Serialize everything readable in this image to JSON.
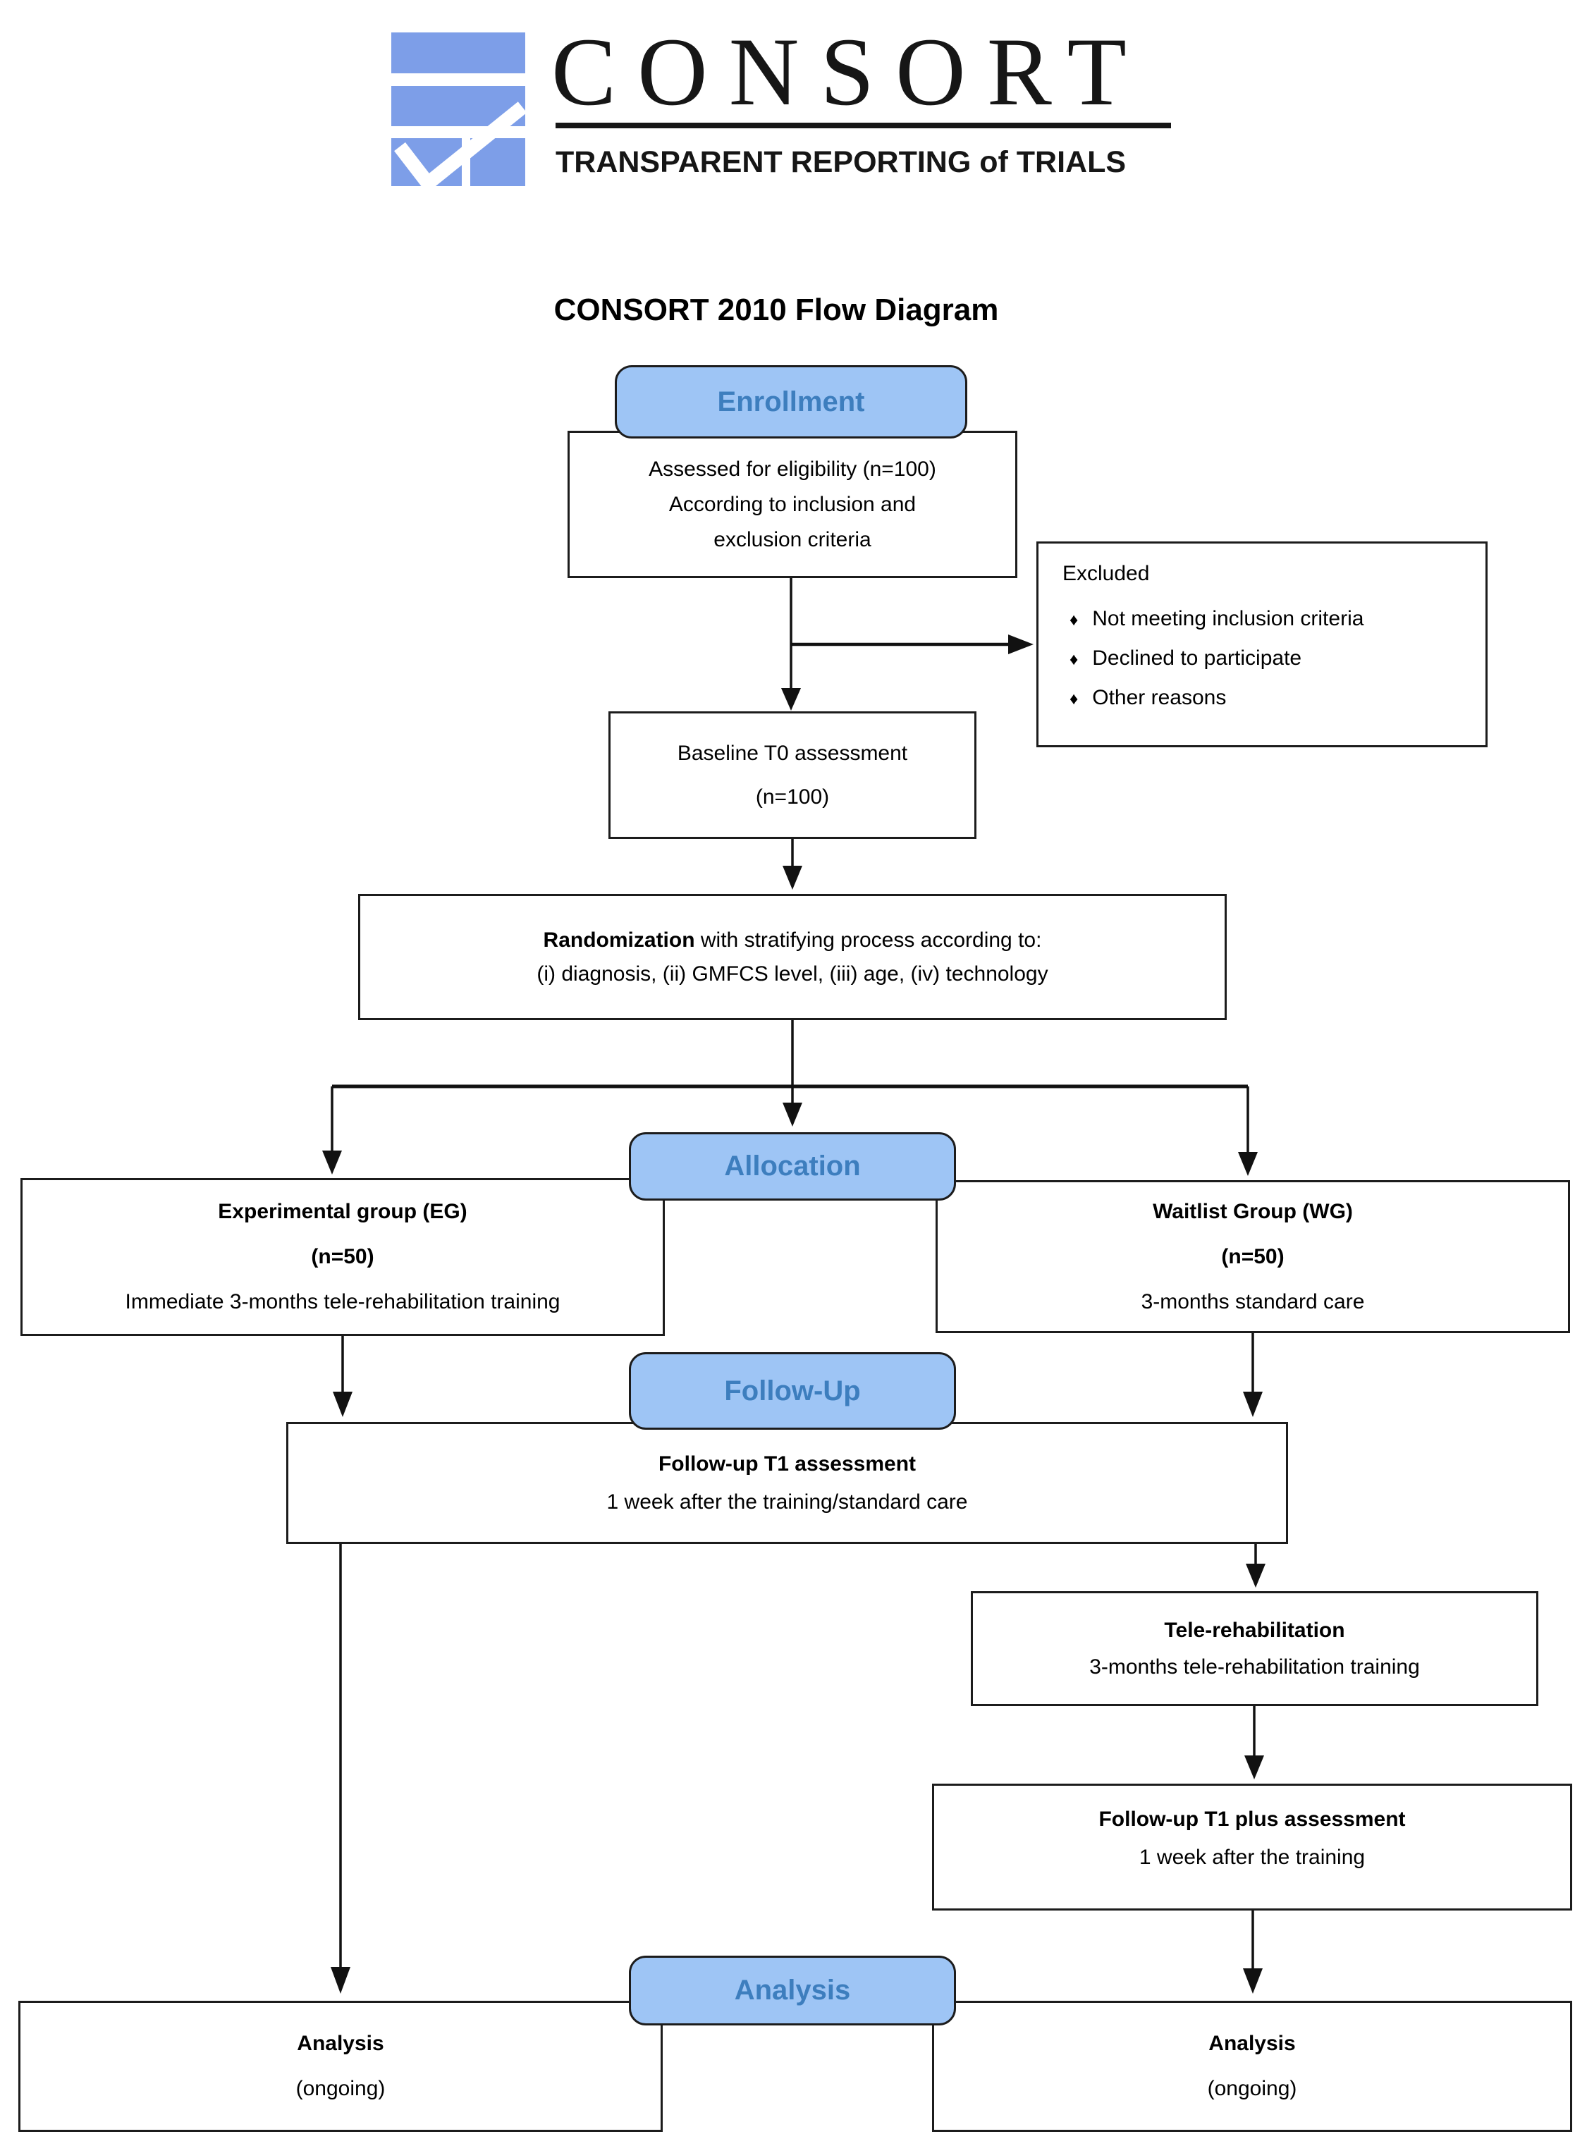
{
  "logo": {
    "wordmark": "CONSORT",
    "tagline": "TRANSPARENT REPORTING of TRIALS"
  },
  "title": "CONSORT 2010 Flow Diagram",
  "stages": {
    "enrollment": "Enrollment",
    "allocation": "Allocation",
    "followup": "Follow-Up",
    "analysis": "Analysis"
  },
  "boxes": {
    "assessed": {
      "line1": "Assessed for eligibility (n=100)",
      "line2": "According to inclusion and",
      "line3": "exclusion criteria"
    },
    "excluded": {
      "title": "Excluded",
      "bullet": "♦",
      "items": [
        "Not meeting inclusion criteria",
        "Declined to participate",
        "Other reasons"
      ]
    },
    "baseline": {
      "line1": "Baseline T0 assessment",
      "line2": "(n=100)"
    },
    "randomization": {
      "lead": "Randomization",
      "line1_rest": " with stratifying process according to:",
      "line2": "(i) diagnosis, (ii) GMFCS level, (iii) age, (iv) technology"
    },
    "experimental": {
      "line1": "Experimental group (EG)",
      "line2": "(n=50)",
      "line3": "Immediate 3-months tele-rehabilitation training"
    },
    "waitlist": {
      "line1": "Waitlist Group (WG)",
      "line2": "(n=50)",
      "line3": "3-months standard care"
    },
    "followup_t1": {
      "line1": "Follow-up T1 assessment",
      "line2": "1 week after the training/standard care"
    },
    "telerehab": {
      "line1": "Tele-rehabilitation",
      "line2": "3-months tele-rehabilitation training"
    },
    "followup_t1_plus": {
      "line1": "Follow-up T1 plus assessment",
      "line2": "1 week after the training"
    },
    "analysis_left": {
      "line1": "Analysis",
      "line2": "(ongoing)"
    },
    "analysis_right": {
      "line1": "Analysis",
      "line2": "(ongoing)"
    }
  },
  "colors": {
    "stage_fill": "#9EC5F5",
    "stage_text": "#3D7EBE",
    "logo_blue": "#7D9EE8",
    "ink": "#1c1c1c"
  }
}
